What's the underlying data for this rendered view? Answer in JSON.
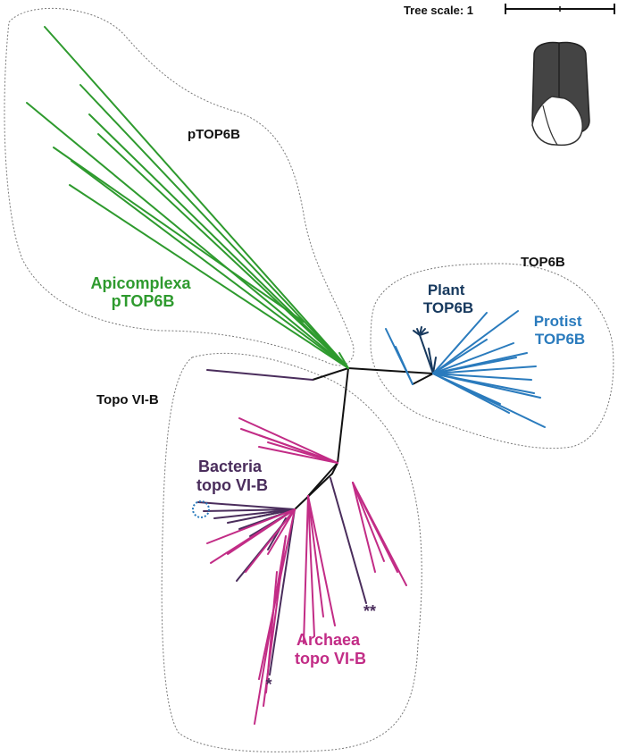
{
  "scale": {
    "label": "Tree scale: 1"
  },
  "colors": {
    "apicomplexa": "#2e9a2e",
    "plant": "#17395e",
    "protist": "#2a7bbd",
    "bacteria": "#4a2d5c",
    "archaea": "#c22c86",
    "backbone": "#111111"
  },
  "icons": {
    "organism": "plasmodium-merozoite-icon"
  },
  "clades": {
    "ptop6b": {
      "title": "pTOP6B"
    },
    "top6b": {
      "title": "TOP6B"
    },
    "topovib": {
      "title": "Topo VI-B"
    }
  },
  "labels": {
    "apicomplexa": [
      "Apicomplexa",
      "pTOP6B"
    ],
    "plant": [
      "Plant",
      "TOP6B"
    ],
    "protist": [
      "Protist",
      "TOP6B"
    ],
    "bacteria": [
      "Bacteria",
      "topo VI-B"
    ],
    "archaea": [
      "Archaea",
      "topo VI-B"
    ]
  },
  "markers": {
    "single": "*",
    "double": "**"
  }
}
